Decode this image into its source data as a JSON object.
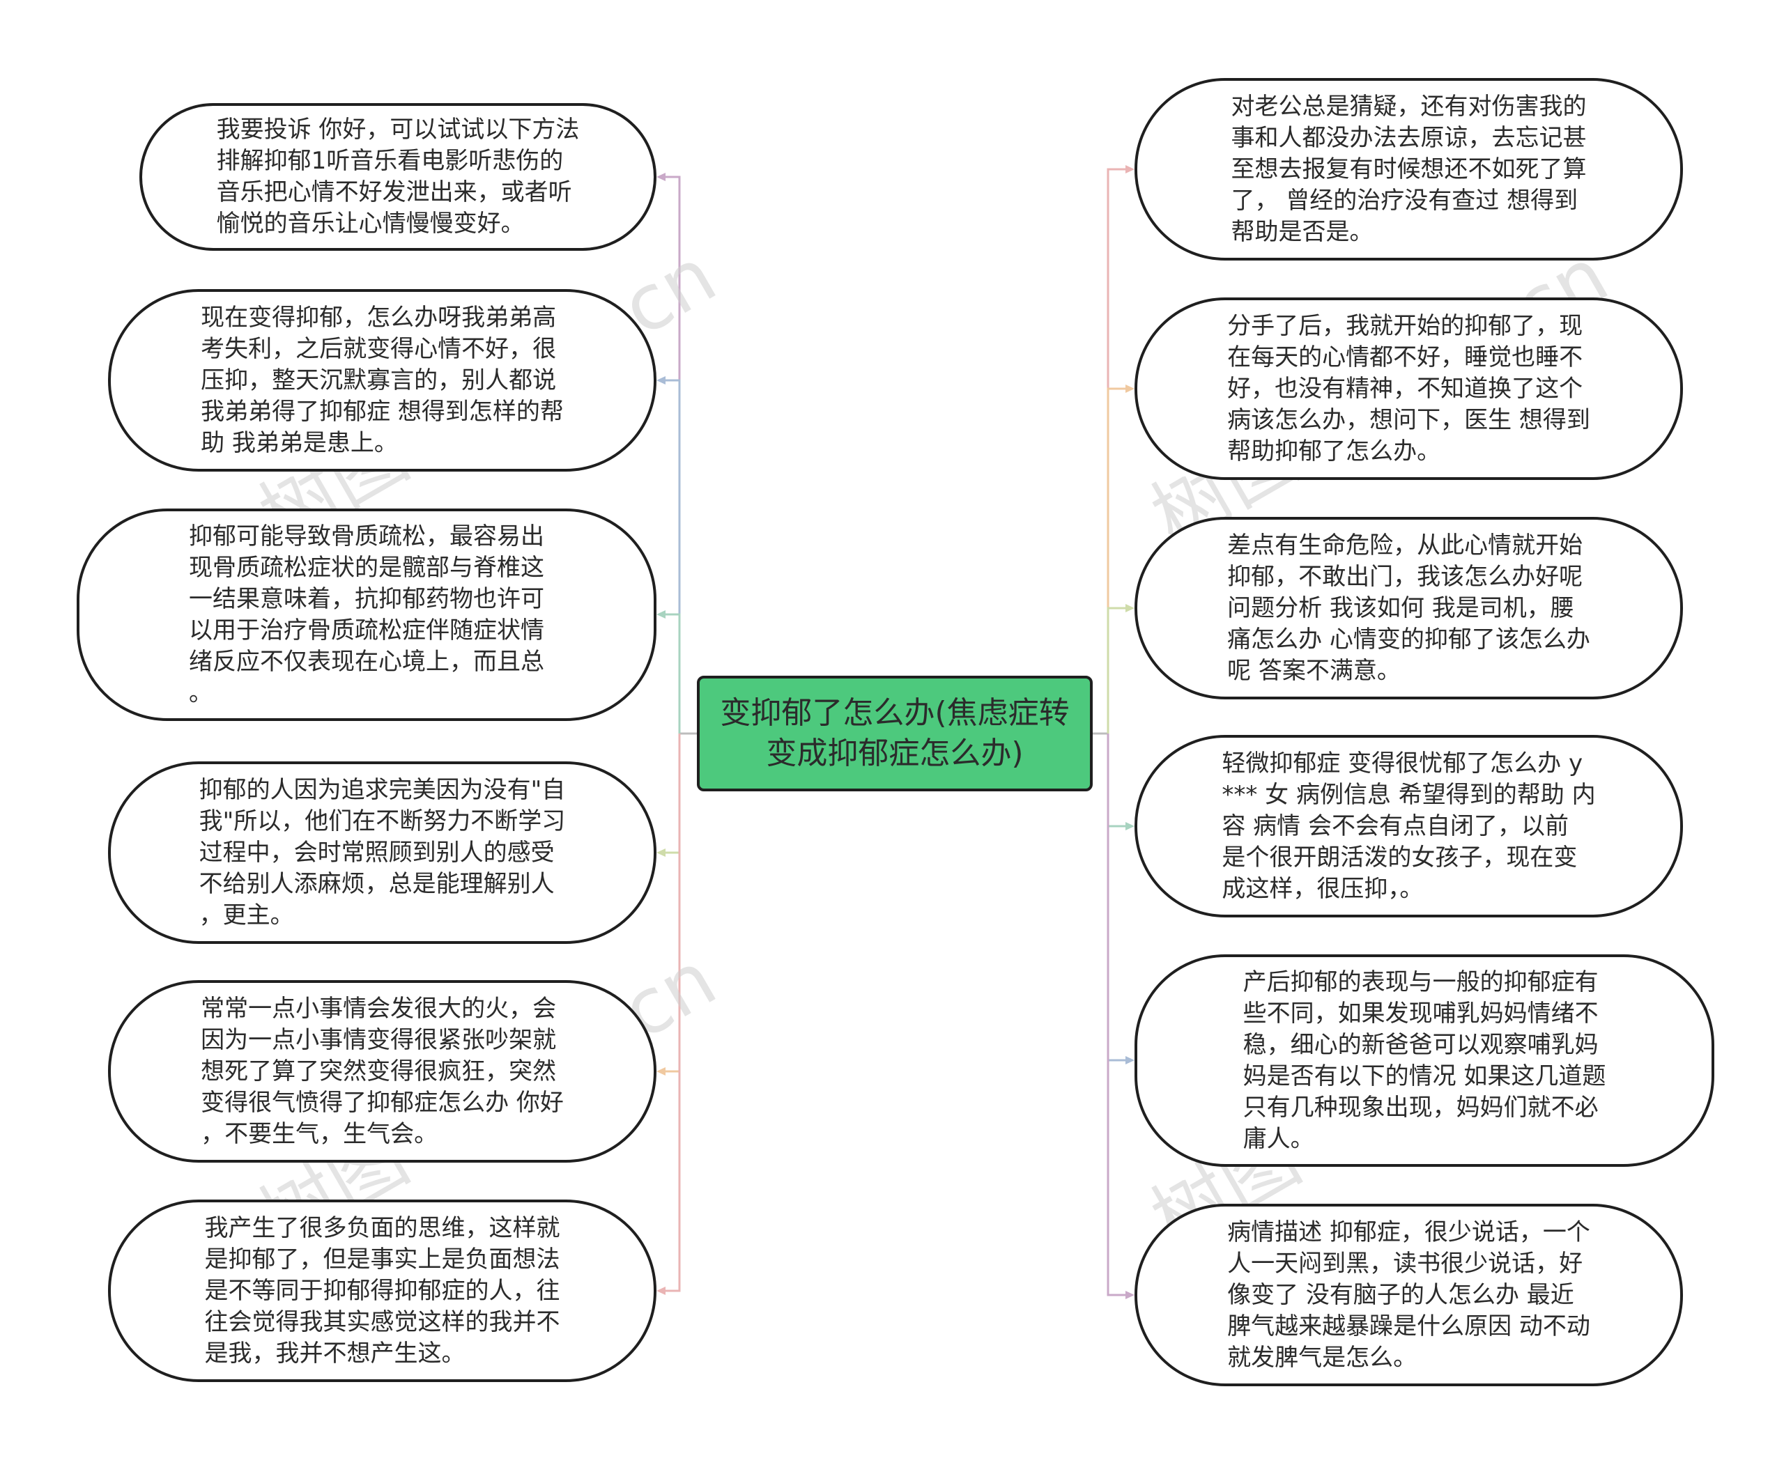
{
  "center": {
    "text": "变抑郁了怎么办(焦虑症转\n变成抑郁症怎么办)",
    "color": "#4dc97d"
  },
  "left_nodes": [
    {
      "text": "我要投诉 你好，可以试试以下方法\n排解抑郁1听音乐看电影听悲伤的\n音乐把心情不好发泄出来，或者听\n愉悦的音乐让心情慢慢变好。",
      "connector_color": "#c9a9c8"
    },
    {
      "text": "现在变得抑郁，怎么办呀我弟弟高\n考失利，之后就变得心情不好，很\n压抑，整天沉默寡言的，别人都说\n我弟弟得了抑郁症 想得到怎样的帮\n助 我弟弟是患上。",
      "connector_color": "#a9bcd6"
    },
    {
      "text": "抑郁可能导致骨质疏松，最容易出\n现骨质疏松症状的是髋部与脊椎这\n一结果意味着，抗抑郁药物也许可\n以用于治疗骨质疏松症伴随症状情\n绪反应不仅表现在心境上，而且总\n。",
      "connector_color": "#a8d3c0"
    },
    {
      "text": "抑郁的人因为追求完美因为没有\"自\n我\"所以，他们在不断努力不断学习\n过程中，会时常照顾到别人的感受\n不给别人添麻烦，总是能理解别人\n，更主。",
      "connector_color": "#cfdcaa"
    },
    {
      "text": "常常一点小事情会发很大的火，会\n因为一点小事情变得很紧张吵架就\n想死了算了突然变得很疯狂，突然\n变得很气愤得了抑郁症怎么办 你好\n，不要生气，生气会。",
      "connector_color": "#f0c9a0"
    },
    {
      "text": "我产生了很多负面的思维，这样就\n是抑郁了，但是事实上是负面想法\n是不等同于抑郁得抑郁症的人，往\n往会觉得我其实感觉这样的我并不\n是我，我并不想产生这。",
      "connector_color": "#eab4b4"
    }
  ],
  "right_nodes": [
    {
      "text": "对老公总是猜疑，还有对伤害我的\n事和人都没办法去原谅，去忘记甚\n至想去报复有时候想还不如死了算\n了， 曾经的治疗没有查过 想得到\n帮助是否是。",
      "connector_color": "#eab4b4"
    },
    {
      "text": "分手了后，我就开始的抑郁了，现\n在每天的心情都不好，睡觉也睡不\n好，也没有精神，不知道换了这个\n病该怎么办，想问下，医生 想得到\n帮助抑郁了怎么办。",
      "connector_color": "#f0c9a0"
    },
    {
      "text": "差点有生命危险，从此心情就开始\n抑郁，不敢出门，我该怎么办好呢\n问题分析 我该如何 我是司机，腰\n痛怎么办 心情变的抑郁了该怎么办\n呢 答案不满意。",
      "connector_color": "#cfdcaa"
    },
    {
      "text": "轻微抑郁症 变得很忧郁了怎么办 y\n*** 女 病例信息 希望得到的帮助 内\n容 病情 会不会有点自闭了，以前\n是个很开朗活泼的女孩子，现在变\n成这样，很压抑，。",
      "connector_color": "#a8d3c0"
    },
    {
      "text": "产后抑郁的表现与一般的抑郁症有\n些不同，如果发现哺乳妈妈情绪不\n稳，细心的新爸爸可以观察哺乳妈\n妈是否有以下的情况 如果这几道题\n只有几种现象出现，妈妈们就不必\n庸人。",
      "connector_color": "#a9bcd6"
    },
    {
      "text": "病情描述 抑郁症，很少说话，一个\n人一天闷到黑，读书很少说话，好\n像变了 没有脑子的人怎么办 最近\n脾气越来越暴躁是什么原因 动不动\n就发脾气是怎么。",
      "connector_color": "#c9a9c8"
    }
  ],
  "watermark": "树图 shutu.cn"
}
